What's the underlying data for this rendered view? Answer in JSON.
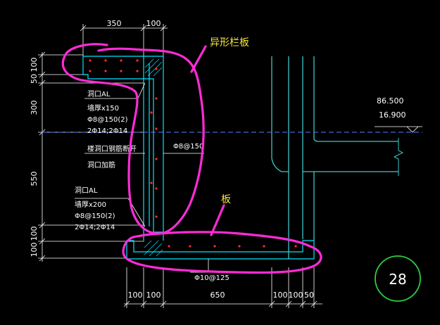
{
  "colors": {
    "background": "#000000",
    "outline": "#00e5ff",
    "structure": "#3cc8c8",
    "rebar": "#ff2b2b",
    "centerline": "#5a7dff",
    "dimension": "#ffffff",
    "markup": "#ff2bd6",
    "label": "#f5e63a",
    "badge_ring": "#2ecc40"
  },
  "dimensions": {
    "top": [
      "350",
      "100"
    ],
    "bottom": [
      "100",
      "100",
      "650",
      "100",
      "100",
      "50"
    ],
    "left": [
      "100",
      "50",
      "300",
      "550",
      "100",
      "100"
    ]
  },
  "elevations": {
    "upper": "86.500",
    "lower": "16.900"
  },
  "notes": {
    "upper_group": [
      "洞口AL",
      "墙厚x150",
      "Φ8@150(2)",
      "2Φ14;2Φ14"
    ],
    "middle_group": [
      "楼洞口钢筋断开",
      "洞口加筋"
    ],
    "wall_rebar": "Φ8@150",
    "lower_group": [
      "洞口AL",
      "墙厚x200",
      "Φ8@150(2)",
      "2Φ14;2Φ14"
    ],
    "slab_rebar": "Φ10@125"
  },
  "markup_labels": {
    "parapet": "异形栏板",
    "slab": "板"
  },
  "sheet_number": "28"
}
